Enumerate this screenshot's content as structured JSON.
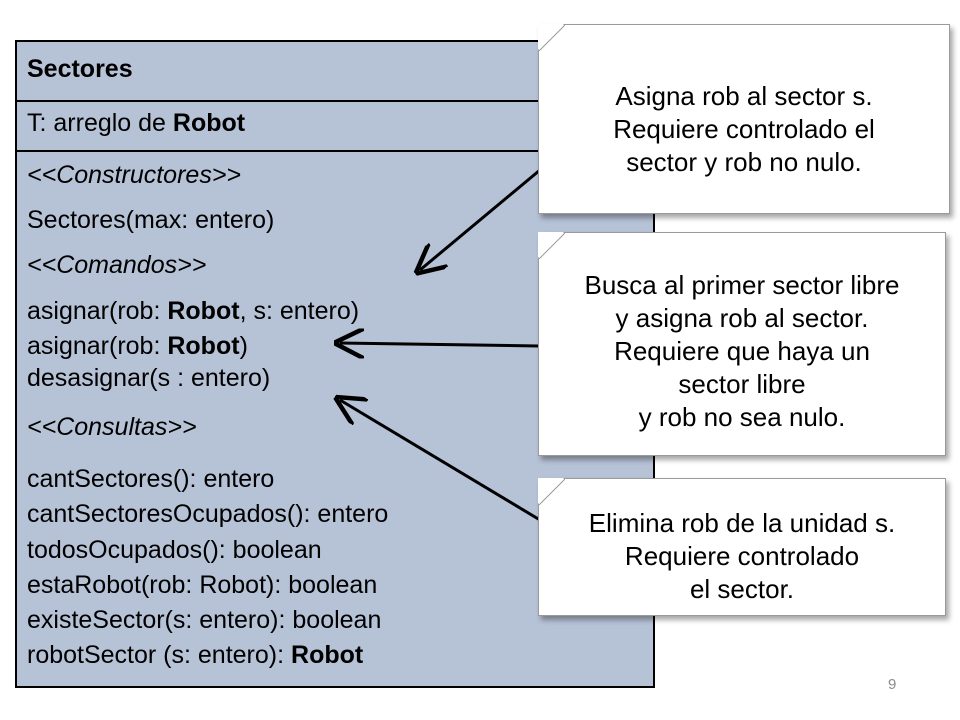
{
  "class_box": {
    "name": "Sectores",
    "attribute": {
      "prefix": "T: arreglo de ",
      "type": "Robot"
    },
    "stereotypes": {
      "constructors": "<<Constructores>>",
      "commands": "<<Comandos>>",
      "queries": "<<Consultas>>"
    },
    "constructor": "Sectores(max: entero)",
    "commands": [
      {
        "pre": "asignar(rob: ",
        "bold": "Robot",
        "post": ", s: entero)"
      },
      {
        "pre": "asignar(rob: ",
        "bold": "Robot",
        "post": ")"
      },
      {
        "pre": "desasignar(s : entero)",
        "bold": "",
        "post": ""
      }
    ],
    "queries": [
      {
        "pre": "cantSectores(): entero",
        "bold": "",
        "post": ""
      },
      {
        "pre": "cantSectoresOcupados(): entero",
        "bold": "",
        "post": ""
      },
      {
        "pre": "todosOcupados(): boolean",
        "bold": "",
        "post": ""
      },
      {
        "pre": "estaRobot(rob: Robot): boolean",
        "bold": "",
        "post": ""
      },
      {
        "pre": "existeSector(s: entero): boolean",
        "bold": "",
        "post": ""
      },
      {
        "pre": "robotSector (s: entero): ",
        "bold": "Robot",
        "post": ""
      }
    ]
  },
  "notes": [
    {
      "lines": [
        "Asigna rob al sector s.",
        "Requiere controlado el",
        "sector y rob no nulo."
      ]
    },
    {
      "lines": [
        "Busca al primer sector libre",
        "y asigna rob al sector.",
        "Requiere que haya un",
        "sector libre",
        "y rob no sea nulo."
      ]
    },
    {
      "lines": [
        "Elimina rob de la unidad s.",
        "Requiere controlado",
        "el sector."
      ]
    }
  ],
  "page_number": "9"
}
